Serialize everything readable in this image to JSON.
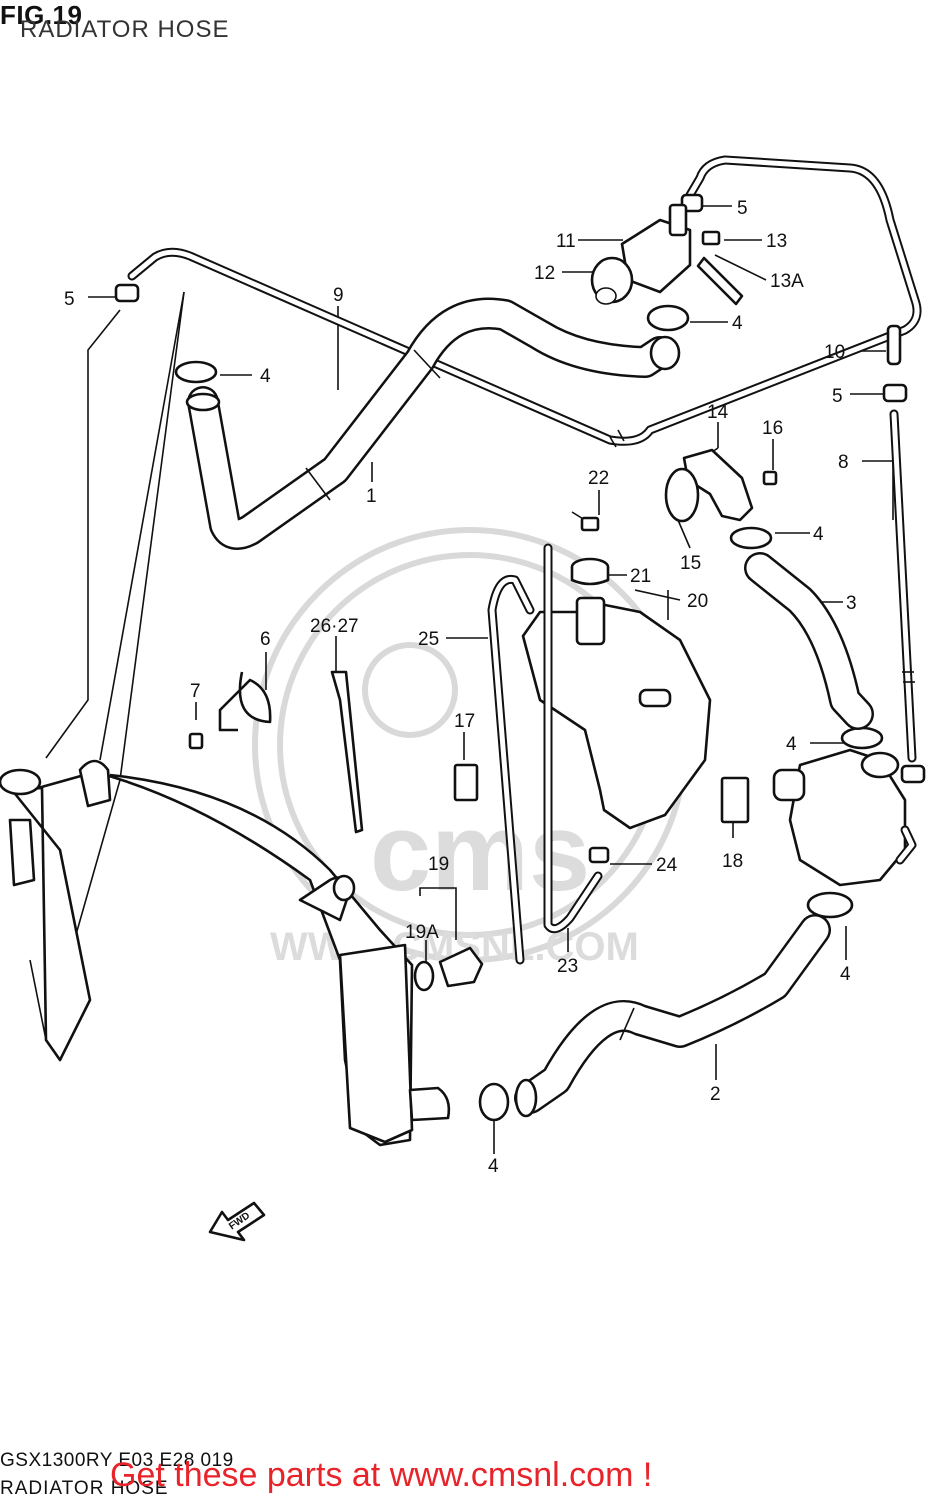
{
  "header": {
    "figure": "FIG.19",
    "title": "RADIATOR HOSE"
  },
  "diagram": {
    "callouts": [
      "1",
      "2",
      "3",
      "4",
      "5",
      "6",
      "7",
      "8",
      "9",
      "10",
      "11",
      "12",
      "13",
      "13A",
      "14",
      "15",
      "16",
      "17",
      "18",
      "19",
      "19A",
      "20",
      "21",
      "22",
      "23",
      "24",
      "25",
      "26·27"
    ],
    "fwd_arrow": "FWD"
  },
  "watermark": {
    "brand": "cms",
    "url": "WWW.CMSNL.COM"
  },
  "footer": {
    "code": "GSX1300RY E03 E28 019",
    "subtitle": "RADIATOR HOSE",
    "cta": "Get these parts at www.cmsnl.com !",
    "cta_color": "#e8232a"
  }
}
